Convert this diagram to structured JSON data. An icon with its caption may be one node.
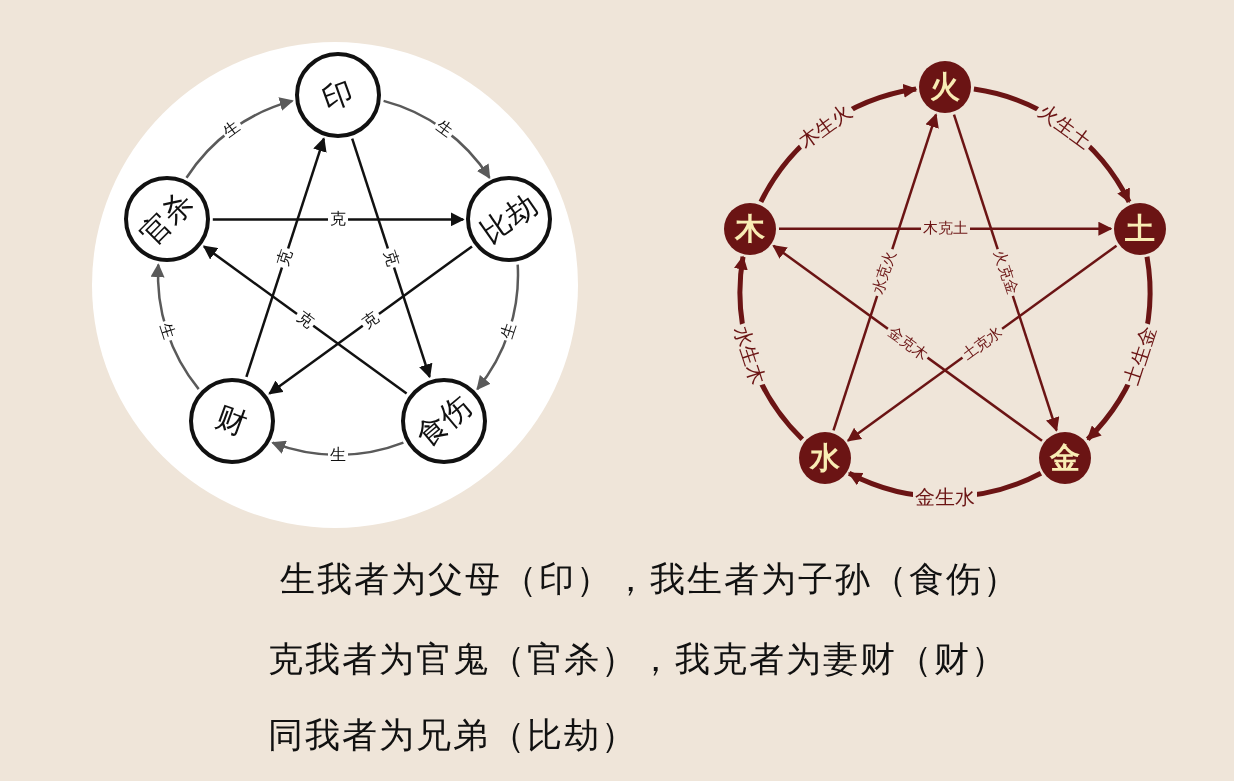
{
  "diagram": {
    "nodes": [
      {
        "text": [
          "印"
        ]
      },
      {
        "text": [
          "比劫"
        ]
      },
      {
        "text": [
          "食伤"
        ]
      },
      {
        "text": [
          "财"
        ]
      },
      {
        "text": [
          "官杀"
        ]
      },
      {
        "text": [
          "火"
        ]
      },
      {
        "text": [
          "土"
        ]
      },
      {
        "text": [
          "金"
        ]
      },
      {
        "text": [
          "水"
        ]
      },
      {
        "text": [
          "木"
        ]
      }
    ],
    "edges": [
      {
        "from": 4,
        "to": 0,
        "arrow": "to",
        "label": "生",
        "color": "#5a5a5a"
      },
      {
        "from": 0,
        "to": 1,
        "arrow": "to",
        "label": "生",
        "color": "#5a5a5a"
      },
      {
        "from": 1,
        "to": 2,
        "arrow": "to",
        "label": "生",
        "color": "#5a5a5a"
      },
      {
        "from": 2,
        "to": 3,
        "arrow": "to",
        "label": "生",
        "color": "#5a5a5a"
      },
      {
        "from": 3,
        "to": 4,
        "arrow": "to",
        "label": "生",
        "color": "#5a5a5a"
      },
      {
        "from": 4,
        "to": 1,
        "arrow": "to",
        "label": "克",
        "color": "#111111"
      },
      {
        "from": 0,
        "to": 2,
        "arrow": "to",
        "label": "克",
        "color": "#111111"
      },
      {
        "from": 3,
        "to": 0,
        "arrow": "to",
        "label": "克",
        "color": "#111111"
      },
      {
        "from": 1,
        "to": 3,
        "arrow": "to",
        "label": "克",
        "color": "#111111"
      },
      {
        "from": 2,
        "to": 4,
        "arrow": "to",
        "label": "克",
        "color": "#111111"
      },
      {
        "from": 9,
        "to": 5,
        "arrow": "to",
        "label": "木生火",
        "style": "thick"
      },
      {
        "from": 5,
        "to": 6,
        "arrow": "to",
        "label": "火生土",
        "style": "thick"
      },
      {
        "from": 6,
        "to": 7,
        "arrow": "to",
        "label": "土生金",
        "style": "thick"
      },
      {
        "from": 7,
        "to": 8,
        "arrow": "to",
        "label": "金生水",
        "style": "thick"
      },
      {
        "from": 8,
        "to": 9,
        "arrow": "to",
        "label": "水生木",
        "style": "thick"
      },
      {
        "from": 9,
        "to": 6,
        "arrow": "to",
        "label": "木克土"
      },
      {
        "from": 5,
        "to": 7,
        "arrow": "to",
        "label": "火克金"
      },
      {
        "from": 7,
        "to": 9,
        "arrow": "to",
        "label": "金克木"
      },
      {
        "from": 6,
        "to": 8,
        "arrow": "to",
        "label": "土克水"
      },
      {
        "from": 8,
        "to": 5,
        "arrow": "to",
        "label": "水克火"
      }
    ],
    "labels": [
      "生我者为父母（印），我生者为子孙（食伤）",
      "克我者为官鬼（官杀），我克者为妻财（财）",
      "同我者为兄弟（比劫）"
    ]
  }
}
